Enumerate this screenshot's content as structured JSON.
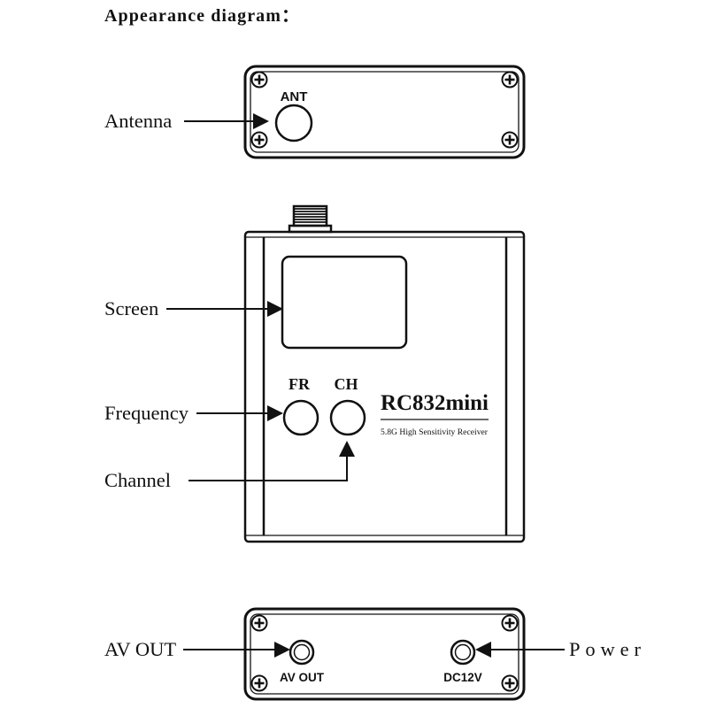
{
  "title": "Appearance diagram：",
  "callouts": {
    "antenna": "Antenna",
    "screen": "Screen",
    "frequency": "Frequency",
    "channel": "Channel",
    "av_out": "AV OUT",
    "power": "Power"
  },
  "top_panel": {
    "ant_label": "ANT"
  },
  "front_panel": {
    "fr_label": "FR",
    "ch_label": "CH",
    "model": "RC832mini",
    "subtitle": "5.8G High Sensitivity Receiver"
  },
  "bottom_panel": {
    "av_out_label": "AV OUT",
    "dc_label": "DC12V"
  },
  "colors": {
    "ink": "#111111",
    "paper": "#ffffff"
  }
}
